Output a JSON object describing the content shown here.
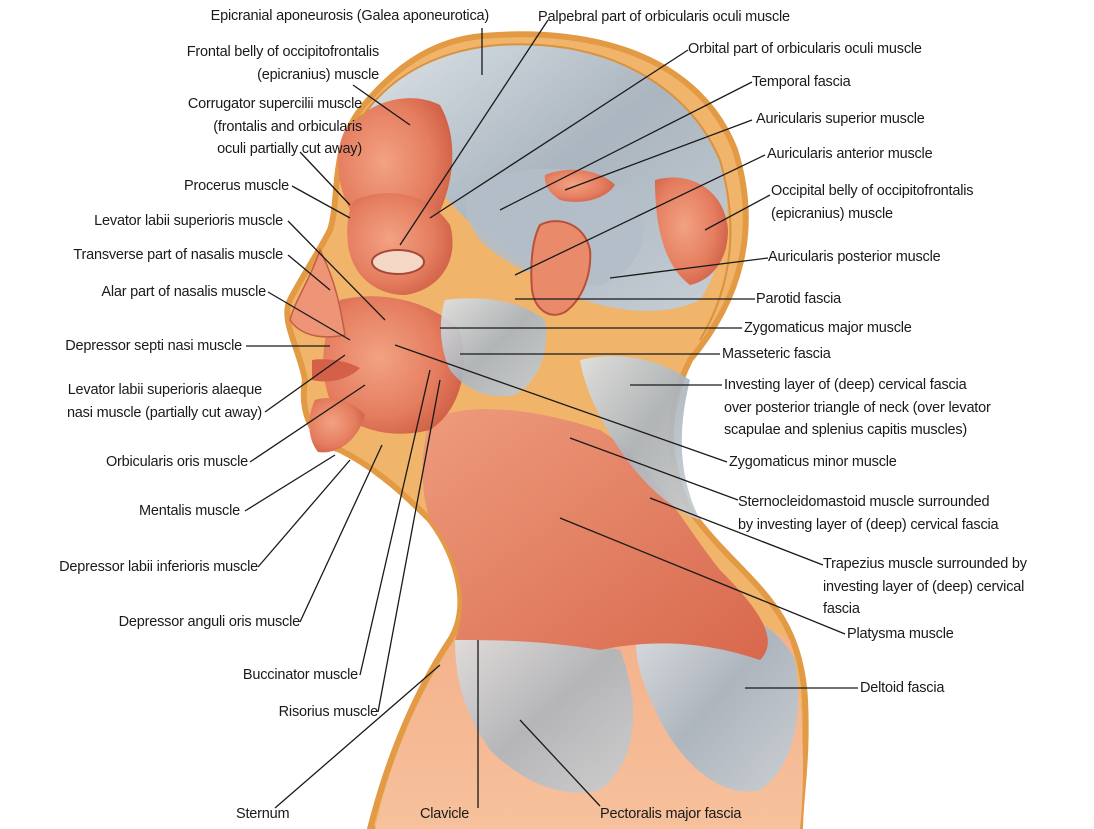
{
  "labels": {
    "galea": "Epicranial aponeurosis (Galea aponeurotica)",
    "frontal_belly": "Frontal belly of occipitofrontalis\n(epicranius) muscle",
    "corrugator": "Corrugator supercilii muscle\n(frontalis and orbicularis\noculi partially cut away)",
    "procerus": "Procerus muscle",
    "levator_labii_sup": "Levator labii superioris muscle",
    "nasalis_transverse": "Transverse part of nasalis muscle",
    "nasalis_alar": "Alar part of nasalis muscle",
    "depressor_septi": "Depressor septi nasi muscle",
    "levator_alaeque": "Levator labii superioris alaeque\nnasi muscle (partially cut away)",
    "orbicularis_oris": "Orbicularis oris muscle",
    "mentalis": "Mentalis muscle",
    "depressor_labii": "Depressor labii inferioris muscle",
    "depressor_anguli": "Depressor anguli oris muscle",
    "buccinator": "Buccinator muscle",
    "risorius": "Risorius muscle",
    "sternum": "Sternum",
    "clavicle": "Clavicle",
    "pectoralis_fascia": "Pectoralis major fascia",
    "palpebral": "Palpebral part of orbicularis oculi muscle",
    "orbital": "Orbital part of orbicularis oculi muscle",
    "temporal_fascia": "Temporal fascia",
    "auricularis_sup": "Auricularis superior muscle",
    "auricularis_ant": "Auricularis anterior muscle",
    "occipital_belly": "Occipital belly of occipitofrontalis\n(epicranius) muscle",
    "auricularis_post": "Auricularis posterior muscle",
    "parotid": "Parotid fascia",
    "zygomaticus_major": "Zygomaticus major muscle",
    "masseteric": "Masseteric fascia",
    "investing_layer": "Investing layer of (deep) cervical fascia\nover posterior triangle of neck (over levator\nscapulae and splenius capitis muscles)",
    "zygomaticus_minor": "Zygomaticus minor muscle",
    "sternocleido": "Sternocleidomastoid muscle surrounded\nby investing layer of (deep) cervical fascia",
    "trapezius": "Trapezius muscle surrounded by\ninvesting layer of (deep) cervical\nfascia",
    "platysma": "Platysma muscle",
    "deltoid_fascia": "Deltoid fascia"
  },
  "colors": {
    "muscle": "#e8876a",
    "muscle_dark": "#c8553c",
    "fascia": "#b9c3cc",
    "skin_edge": "#e9a44a",
    "leader": "#1a1a1a"
  }
}
